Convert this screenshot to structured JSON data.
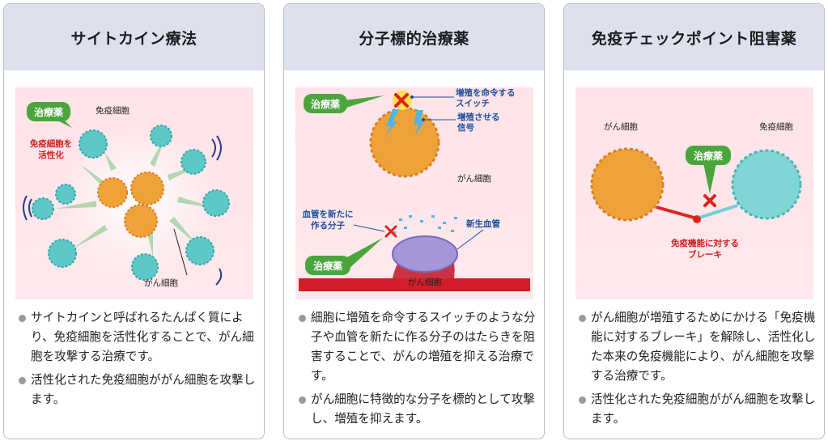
{
  "panels": [
    {
      "title": "サイトカイン療法",
      "labels": {
        "drug": "治療薬",
        "immune_cell": "免疫細胞",
        "activate_1": "免疫細胞を",
        "activate_2": "活性化",
        "cancer_cell": "がん細胞"
      },
      "bullets": [
        "サイトカインと呼ばれるたんぱく質により、免疫細胞を活性化することで、がん細胞を攻撃する治療です。",
        "活性化された免疫細胞ががん細胞を攻撃します。"
      ]
    },
    {
      "title": "分子標的治療薬",
      "labels": {
        "drug_top": "治療薬",
        "switch_1": "増殖を命令する",
        "switch_2": "スイッチ",
        "signal_1": "増殖させる",
        "signal_2": "信号",
        "cancer_cell_top": "がん細胞",
        "vessel_mol_1": "血管を新たに",
        "vessel_mol_2": "作る分子",
        "new_vessel": "新生血管",
        "drug_bottom": "治療薬",
        "cancer_cell_bottom": "がん細胞"
      },
      "bullets": [
        "細胞に増殖を命令するスイッチのような分子や血管を新たに作る分子のはたらきを阻害することで、がんの増殖を抑える治療です。",
        "がん細胞に特徴的な分子を標的として攻撃し、増殖を抑えます。"
      ]
    },
    {
      "title": "免疫チェックポイント阻害薬",
      "labels": {
        "cancer_cell": "がん細胞",
        "immune_cell": "免疫細胞",
        "drug": "治療薬",
        "brake_1": "免疫機能に対する",
        "brake_2": "ブレーキ"
      },
      "bullets": [
        "がん細胞が増殖するためにかける「免疫機能に対するブレーキ」を解除し、活性化した本来の免疫機能により、がん細胞を攻撃する治療です。",
        "活性化された免疫細胞ががん細胞を攻撃します。"
      ]
    }
  ],
  "colors": {
    "header_bg": "#dde1ee",
    "illus_bg": "#ffe3e8",
    "drug_bubble": "#4aa63c",
    "cancer_cell": "#f0a23a",
    "immune_cell": "#5cc8c8",
    "inhibit_mark": "#e0221f",
    "label_blue": "#1c4f9c",
    "label_red": "#d21f1f"
  }
}
